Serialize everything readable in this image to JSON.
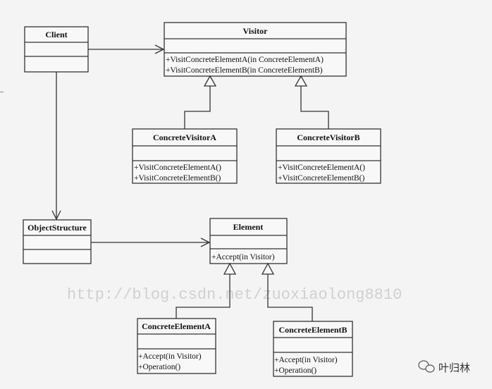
{
  "classes": {
    "client": {
      "name": "Client"
    },
    "visitor": {
      "name": "Visitor",
      "methods": [
        "+VisitConcreteElementA(in ConcreteElementA)",
        "+VisitConcreteElementB(in ConcreteElementB)"
      ]
    },
    "concrete_visitor_a": {
      "name": "ConcreteVisitorA",
      "methods": [
        "+VisitConcreteElementA()",
        "+VisitConcreteElementB()"
      ]
    },
    "concrete_visitor_b": {
      "name": "ConcreteVisitorB",
      "methods": [
        "+VisitConcreteElementA()",
        "+VisitConcreteElementB()"
      ]
    },
    "object_structure": {
      "name": "ObjectStructure"
    },
    "element": {
      "name": "Element",
      "methods": [
        "+Accept(in Visitor)"
      ]
    },
    "concrete_element_a": {
      "name": "ConcreteElementA",
      "methods": [
        "+Accept(in Visitor)",
        "+Operation()"
      ]
    },
    "concrete_element_b": {
      "name": "ConcreteElementB",
      "methods": [
        "+Accept(in Visitor)",
        "+Operation()"
      ]
    }
  },
  "watermark": "http://blog.csdn.net/zuoxiaolong8810",
  "brand": {
    "icon": "wechat-icon",
    "label": "叶归林"
  }
}
